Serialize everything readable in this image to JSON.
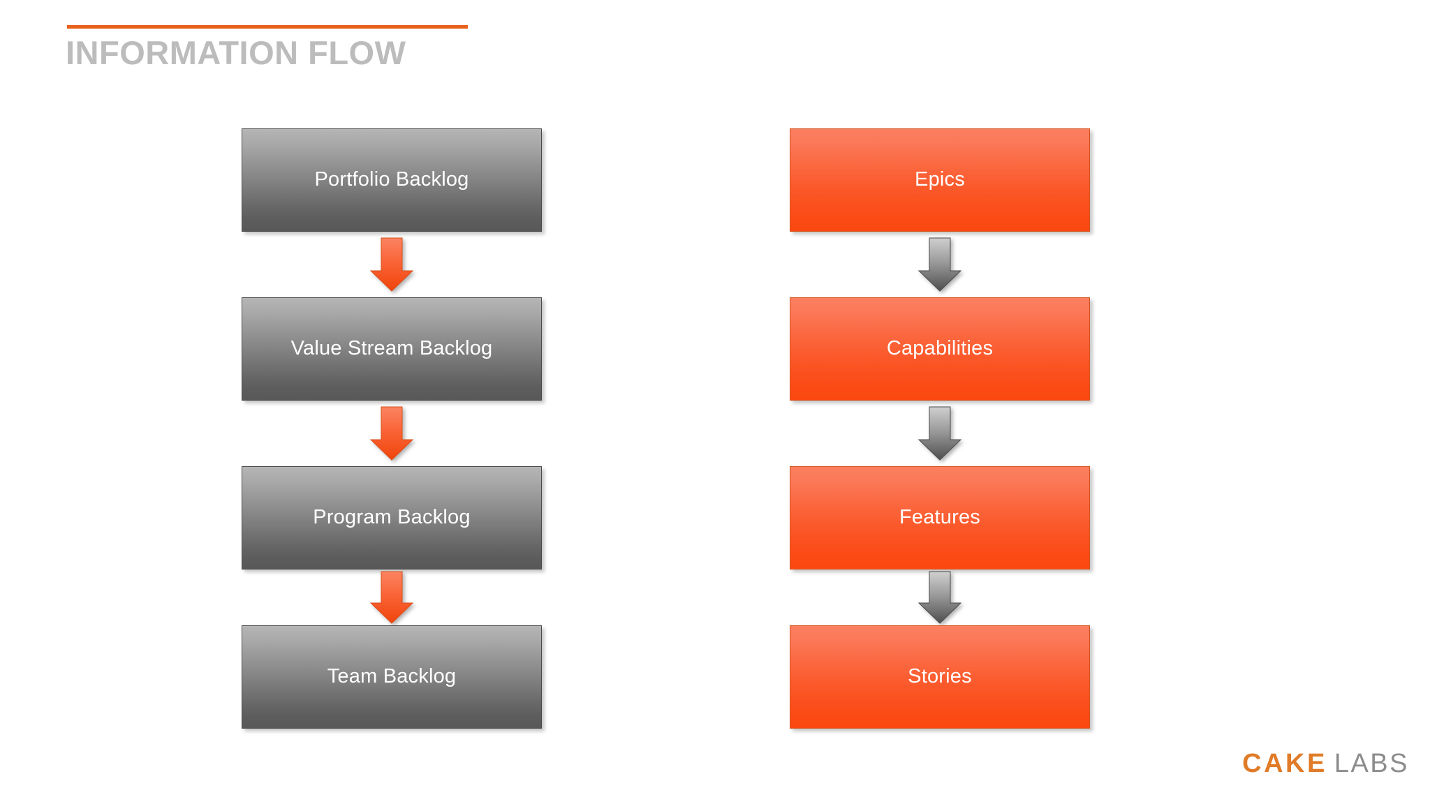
{
  "slide": {
    "title": "INFORMATION FLOW",
    "accent_color": "#E8601C",
    "title_color": "#bcbcbc",
    "background": "#ffffff"
  },
  "diagram": {
    "type": "two-column-vertical-flow",
    "columns": [
      {
        "name": "backlog-column",
        "style": "gray",
        "arrow_style": "orange",
        "boxes": [
          {
            "label": "Portfolio Backlog"
          },
          {
            "label": "Value Stream Backlog"
          },
          {
            "label": "Program Backlog"
          },
          {
            "label": "Team Backlog"
          }
        ]
      },
      {
        "name": "artifact-column",
        "style": "orange",
        "arrow_style": "gray",
        "boxes": [
          {
            "label": "Epics"
          },
          {
            "label": "Capabilities"
          },
          {
            "label": "Features"
          },
          {
            "label": "Stories"
          }
        ]
      }
    ],
    "colors": {
      "gray_box_top": "#b5b5b5",
      "gray_box_bottom": "#585858",
      "orange_box_top": "#fb8060",
      "orange_box_bottom": "#fb4810",
      "orange_arrow_top": "#fb7a55",
      "orange_arrow_bottom": "#f2450c",
      "gray_arrow_top": "#c6c6c6",
      "gray_arrow_bottom": "#555555",
      "box_text": "#ffffff"
    }
  },
  "logo": {
    "primary": "CAKE",
    "secondary": "LABS",
    "primary_color": "#E07B28",
    "secondary_color": "#8c8c8c"
  }
}
